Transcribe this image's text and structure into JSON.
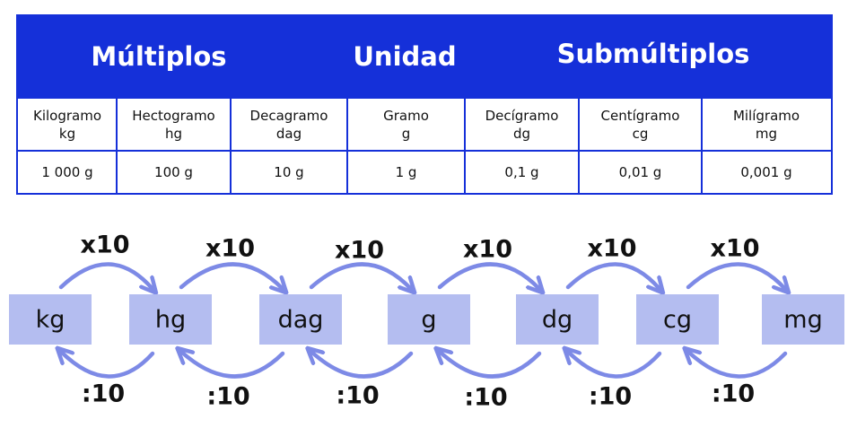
{
  "headers": {
    "multiples": "Múltiplos",
    "unit": "Unidad",
    "submultiples": "Submúltiplos"
  },
  "table": {
    "columns": [
      {
        "name": "Kilogramo",
        "symbol": "kg",
        "value": "1 000 g"
      },
      {
        "name": "Hectogramo",
        "symbol": "hg",
        "value": "100 g"
      },
      {
        "name": "Decagramo",
        "symbol": "dag",
        "value": "10 g"
      },
      {
        "name": "Gramo",
        "symbol": "g",
        "value": "1 g"
      },
      {
        "name": "Decígramo",
        "symbol": "dg",
        "value": "0,1 g"
      },
      {
        "name": "Centígramo",
        "symbol": "cg",
        "value": "0,01 g"
      },
      {
        "name": "Milígramo",
        "symbol": "mg",
        "value": "0,001 g"
      }
    ]
  },
  "diagram": {
    "units": [
      "kg",
      "hg",
      "dag",
      "g",
      "dg",
      "cg",
      "mg"
    ],
    "multiply_label": "x10",
    "divide_label": ":10",
    "box_color": "#b4bdf0",
    "arrow_color": "#7d8ae6"
  },
  "colors": {
    "header": "#1530d9"
  }
}
